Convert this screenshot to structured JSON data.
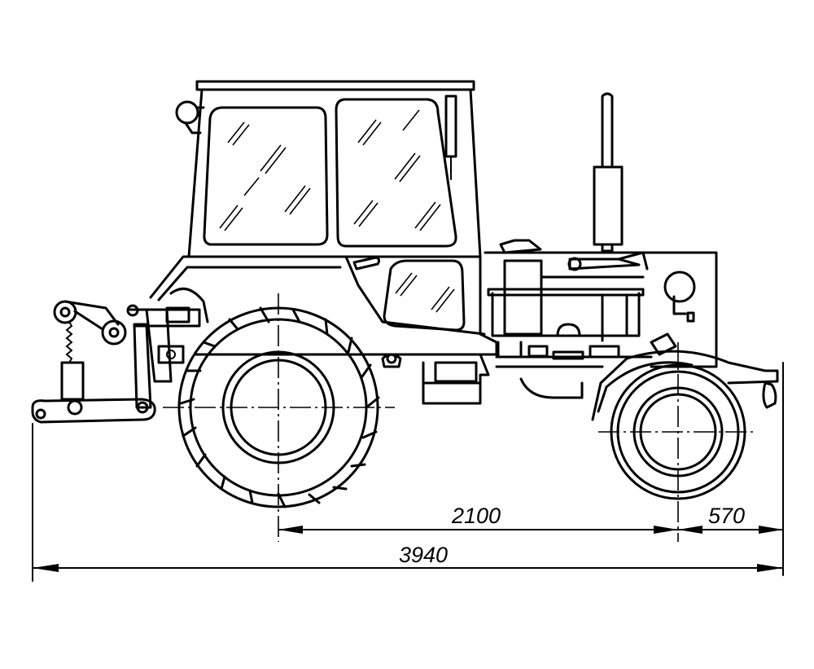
{
  "dimensions": {
    "wheelbase": "2100",
    "front_overhang": "570",
    "overall_length": "3940"
  }
}
